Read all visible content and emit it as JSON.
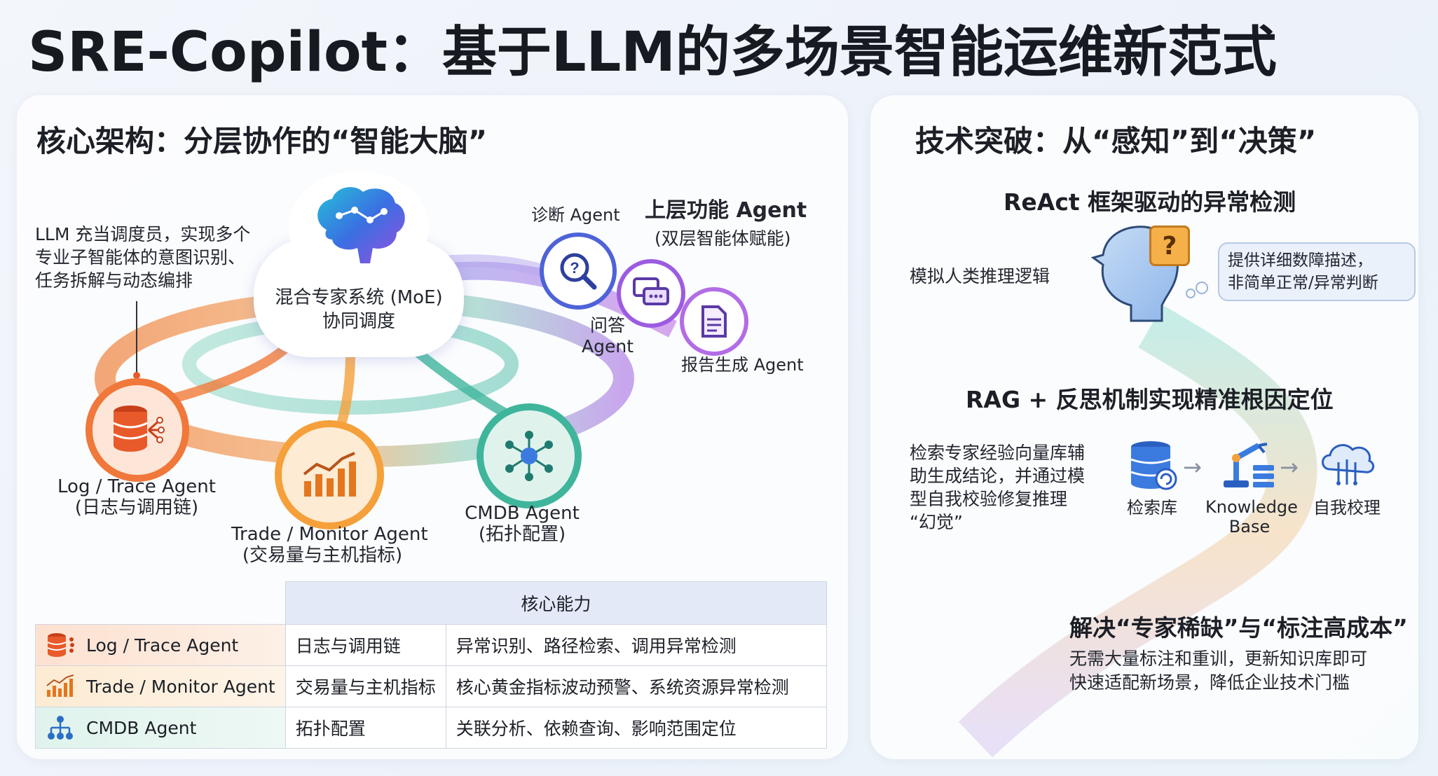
{
  "title": "SRE-Copilot：基于LLM的多场景智能运维新范式",
  "left": {
    "heading": "核心架构：分层协作的“智能大脑”",
    "llm_note": [
      "LLM 充当调度员，实现多个",
      "专业子智能体的意图识别、",
      "任务拆解与动态编排"
    ],
    "moe": [
      "混合专家系统 (MoE)",
      "协同调度"
    ],
    "upper": {
      "title": "上层功能 Agent",
      "subtitle": "(双层智能体赋能)"
    },
    "diag_agent": "诊断 Agent",
    "qa_agent": [
      "问答",
      "Agent"
    ],
    "report_agent": "报告生成 Agent",
    "log_agent": {
      "name": "Log / Trace Agent",
      "desc": "(日志与调用链)"
    },
    "trade_agent": {
      "name": "Trade / Monitor Agent",
      "desc": "(交易量与主机指标)"
    },
    "cmdb_agent": {
      "name": "CMDB Agent",
      "desc": "(拓扑配置)"
    },
    "table": {
      "header": "核心能力",
      "rows": [
        {
          "agent": "Log / Trace Agent",
          "data": "日志与调用链",
          "capability": "异常识别、路径检索、调用异常检测",
          "icon": "database-icon"
        },
        {
          "agent": "Trade / Monitor Agent",
          "data": "交易量与主机指标",
          "capability": "核心黄金指标波动预警、系统资源异常检测",
          "icon": "bar-chart-icon"
        },
        {
          "agent": "CMDB Agent",
          "data": "拓扑配置",
          "capability": "关联分析、依赖查询、影响范围定位",
          "icon": "topology-icon"
        }
      ]
    }
  },
  "right": {
    "heading": "技术突破：从“感知”到“决策”",
    "react": {
      "title": "ReAct 框架驱动的异常检测",
      "left_text": "模拟人类推理逻辑",
      "bubble": [
        "提供详细数障描述，",
        "非简单正常/异常判断"
      ]
    },
    "rag": {
      "title": "RAG + 反思机制实现精准根因定位",
      "text": [
        "检索专家经验向量库辅",
        "助生成结论，并通过模",
        "型自我校验修复推理",
        "“幻觉”"
      ],
      "step1": "检索库",
      "step2": [
        "Knowledge",
        "Base"
      ],
      "step3": "自我校理"
    },
    "solve": {
      "title": "解决“专家稀缺”与“标注高成本”",
      "text": [
        "无需大量标注和重训，更新知识库即可",
        "快速适配新场景，降低企业技术门槛"
      ]
    }
  },
  "colors": {
    "log": "#f0783a",
    "trade": "#f5a03a",
    "cmdb": "#3fb59c",
    "purple": "#9c5ce0",
    "blue": "#3b7be0"
  }
}
